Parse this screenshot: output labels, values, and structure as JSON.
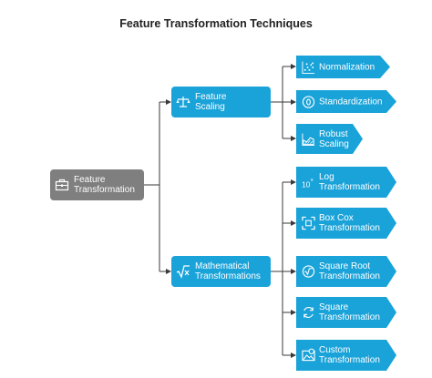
{
  "title": "Feature Transformation Techniques",
  "root": {
    "line1": "Feature",
    "line2": "Transformation",
    "icon": "toolbox-icon"
  },
  "branches": [
    {
      "line1": "Feature",
      "line2": "Scaling",
      "icon": "balance-scale-icon",
      "leaves": [
        {
          "line1": "Normalization",
          "line2": "",
          "icon": "scatter-dots-icon"
        },
        {
          "line1": "Standardization",
          "line2": "",
          "icon": "zero-circle-icon"
        },
        {
          "line1": "Robust",
          "line2": "Scaling",
          "icon": "area-chart-icon"
        }
      ]
    },
    {
      "line1": "Mathematical",
      "line2": "Transformations",
      "icon": "square-root-icon",
      "leaves": [
        {
          "line1": "Log",
          "line2": "Transformation",
          "icon": "power-of-ten-icon"
        },
        {
          "line1": "Box Cox",
          "line2": "Transformation",
          "icon": "resize-frame-icon"
        },
        {
          "line1": "Square Root",
          "line2": "Transformation",
          "icon": "radical-badge-icon"
        },
        {
          "line1": "Square",
          "line2": "Transformation",
          "icon": "cycle-arrows-icon"
        },
        {
          "line1": "Custom",
          "line2": "Transformation",
          "icon": "settings-image-icon"
        }
      ]
    }
  ],
  "colors": {
    "root": "#7f7f7f",
    "node": "#1aa3d9",
    "line": "#3a3a3a"
  }
}
